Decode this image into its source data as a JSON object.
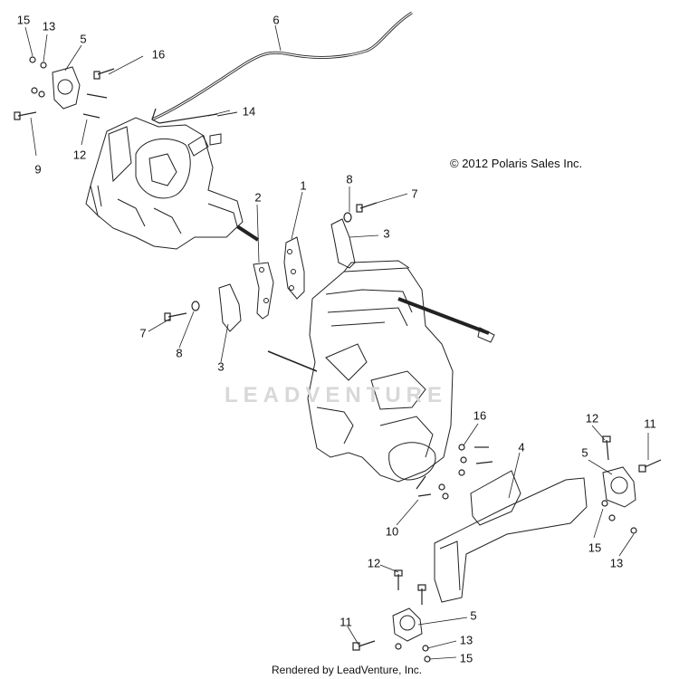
{
  "copyright": "© 2012 Polaris Sales Inc.",
  "footer": "Rendered by LeadVenture, Inc.",
  "watermark": "LEADVENTURE",
  "callouts": [
    "15",
    "13",
    "5",
    "16",
    "9",
    "12",
    "6",
    "14",
    "1",
    "2",
    "8",
    "7",
    "3",
    "7",
    "8",
    "3",
    "16",
    "12",
    "11",
    "5",
    "4",
    "10",
    "15",
    "13",
    "12",
    "11",
    "5",
    "13",
    "15"
  ]
}
